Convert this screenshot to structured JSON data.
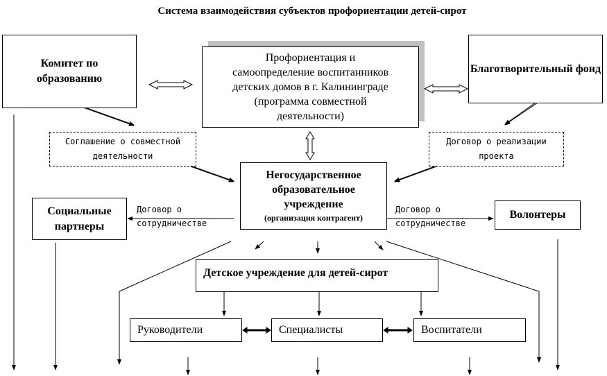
{
  "title": "Система взаимодействия субъектов профориентации детей-сирот",
  "committee": "Комитет по образованию",
  "program": [
    "Профориентация и",
    "самоопределение воспитанников",
    "детских домов в г. Калининграде",
    "(программа совместной",
    "деятельности)"
  ],
  "fund": "Благотворительный фонд",
  "agreement": "Соглашение о совместной деятельности",
  "contract": "Договор о реализации проекта",
  "ngo": {
    "title": "Негосударственное образовательное учреждение",
    "subtitle": "(организация контрагент)"
  },
  "social": "Социальные партнеры",
  "volunteers": "Волонтеры",
  "coop_left": "Договор о сотрудничестве",
  "coop_right": "Договор о сотрудничестве",
  "orphanage": "Детское учреждение для детей-сирот",
  "staff": [
    "Руководители",
    "Специалисты",
    "Воспитатели"
  ]
}
